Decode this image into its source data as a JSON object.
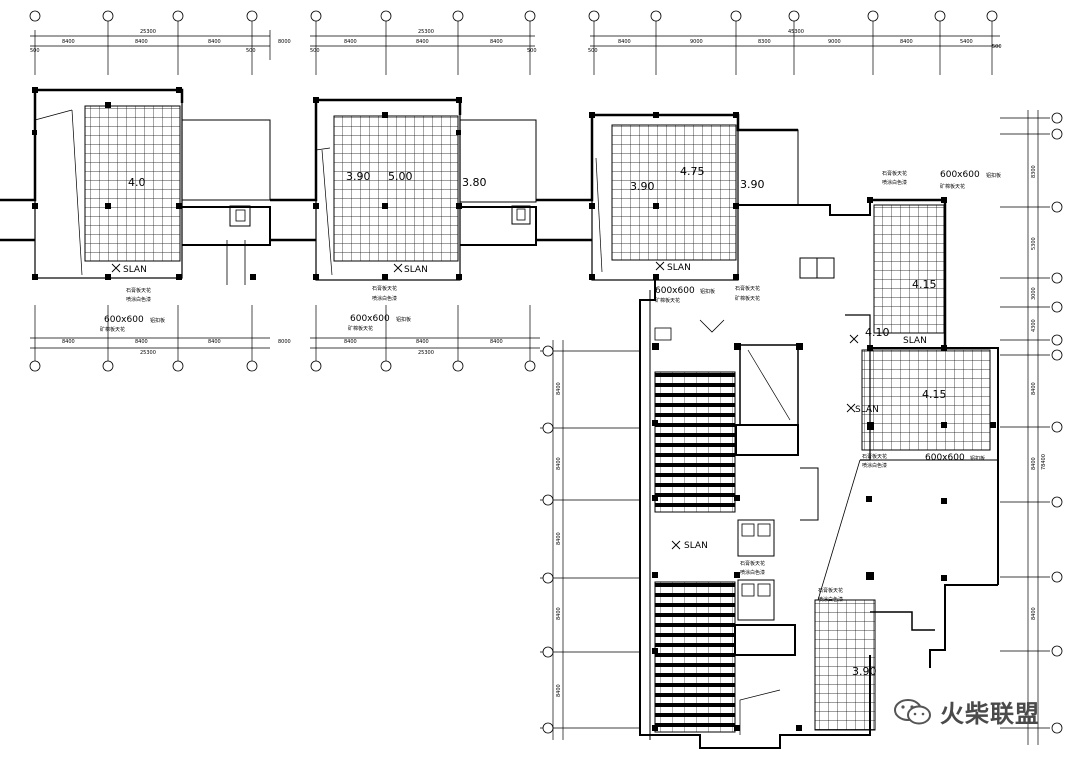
{
  "labels": {
    "slan": "SLAN",
    "tile_size": "600x600",
    "tile_note": "铝扣板",
    "ceiling_note_a": "石膏板天花",
    "ceiling_note_b": "喷涂白色漆",
    "ceiling_note_c": "矿棉板天花"
  },
  "heights": {
    "h1": "4.0",
    "h2a": "3.90",
    "h2b": "5.00",
    "h2c": "3.80",
    "h3a": "3.90",
    "h3b": "4.75",
    "h3c": "3.90",
    "h4": "4.15",
    "h5": "4.10",
    "h6": "4.15",
    "h7": "3.90"
  },
  "dims": {
    "t1_total": "25300",
    "t2_total": "25300",
    "t3_total": "45300",
    "t1_segs": [
      "8400",
      "8400",
      "8400"
    ],
    "t2_segs": [
      "8400",
      "8400",
      "8400"
    ],
    "t3_segs": [
      "8400",
      "9000",
      "8300",
      "9000",
      "8400",
      "5400"
    ],
    "b1_segs": [
      "8400",
      "8400",
      "8400"
    ],
    "b2_segs": [
      "8400",
      "8400",
      "8400"
    ],
    "b_total": "25300",
    "left_v": [
      "8400",
      "8400",
      "8400",
      "8400",
      "8400"
    ],
    "right_v": [
      "8300",
      "5300",
      "3000",
      "4300",
      "8400",
      "8400",
      "8400"
    ],
    "right_total": "78400",
    "edge": "500",
    "end_seg": "8000"
  },
  "watermark": {
    "text": "火柴联盟",
    "icon": "wechat-logo-icon"
  }
}
